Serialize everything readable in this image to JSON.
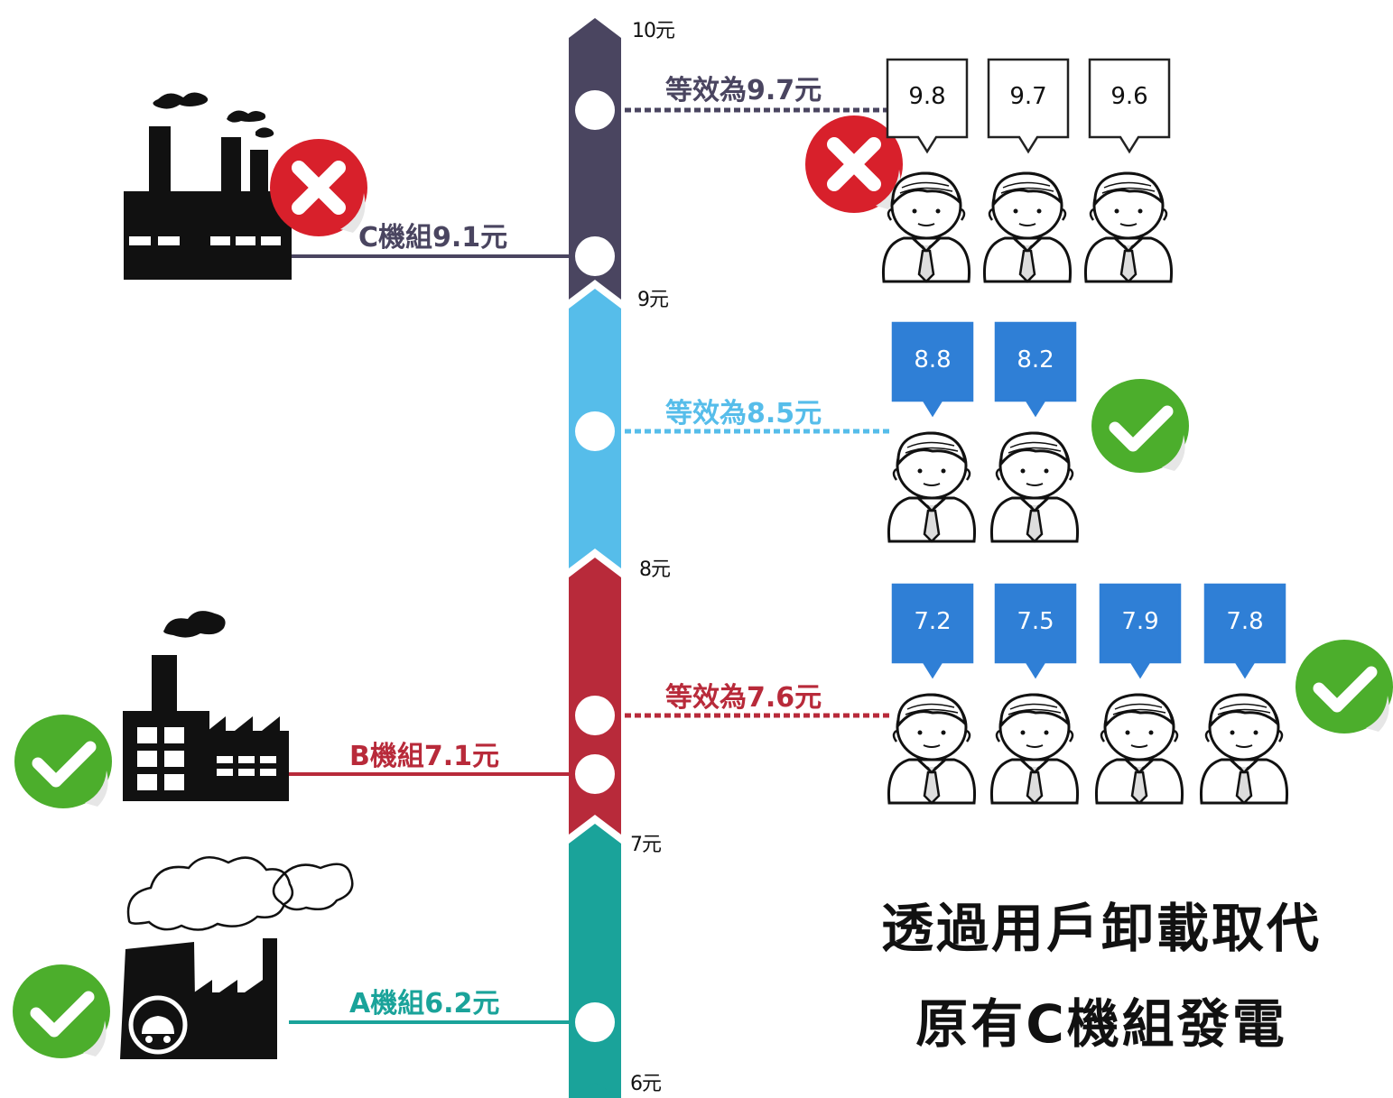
{
  "colors": {
    "band_c": "#4a4560",
    "band_blue": "#56bdea",
    "band_b": "#b82a3a",
    "band_a": "#1aa39a",
    "bubble_blue": "#2f7fd6",
    "check_green": "#4cae2c",
    "cross_red": "#d8202b"
  },
  "scale_ticks": [
    "10元",
    "9元",
    "8元",
    "7元",
    "6元"
  ],
  "units": {
    "c_label": "C機組9.1元",
    "b_label": "B機組7.1元",
    "a_label": "A機組6.2元"
  },
  "equivalents": {
    "top": "等效為9.7元",
    "mid": "等效為8.5元",
    "low": "等效為7.6元"
  },
  "bids": {
    "top": [
      "9.8",
      "9.7",
      "9.6"
    ],
    "mid": [
      "8.8",
      "8.2"
    ],
    "low": [
      "7.2",
      "7.5",
      "7.9",
      "7.8"
    ]
  },
  "icons": {
    "rejected": "red-cross-sticker-icon",
    "accepted": "green-check-sticker-icon",
    "consumer": "businessman-icon",
    "factory": "factory-icon"
  },
  "headline": {
    "line1": "透過用戶卸載取代",
    "line2": "原有C機組發電"
  }
}
